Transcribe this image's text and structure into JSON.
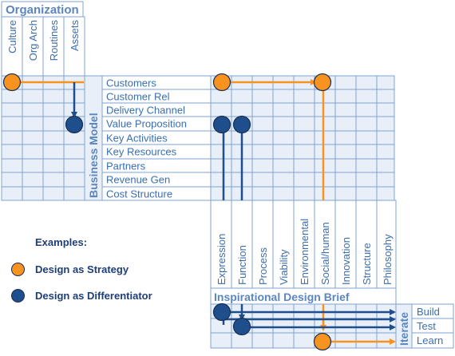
{
  "organization": {
    "title": "Organization",
    "columns": [
      "Culture",
      "Org Arch",
      "Routines",
      "Assets"
    ]
  },
  "business_model": {
    "title": "Business Model",
    "rows": [
      "Customers",
      "Customer Rel",
      "Delivery Channel",
      "Value Proposition",
      "Key Activities",
      "Key Resources",
      "Partners",
      "Revenue Gen",
      "Cost Structure"
    ]
  },
  "design_brief": {
    "columns": [
      "Expression",
      "Function",
      "Process",
      "Viability",
      "Environmental",
      "Social/human",
      "Innovation",
      "Structure",
      "Philosophy"
    ],
    "title": "Inspirational Design Brief"
  },
  "iterate": {
    "title": "Iterate",
    "rows": [
      "Build",
      "Test",
      "Learn"
    ]
  },
  "legend": {
    "title": "Examples:",
    "items": [
      {
        "label": "Design as Strategy",
        "color": "#f7931e"
      },
      {
        "label": "Design as Differentiator",
        "color": "#1f4e8c"
      }
    ]
  },
  "colors": {
    "frame": "#7fa3d0",
    "cell_fill": "#e8eff8",
    "label_text": "#3a6fb0",
    "title_text": "#5b86bf",
    "orange": "#f7931e",
    "blue": "#1f4e8c"
  }
}
